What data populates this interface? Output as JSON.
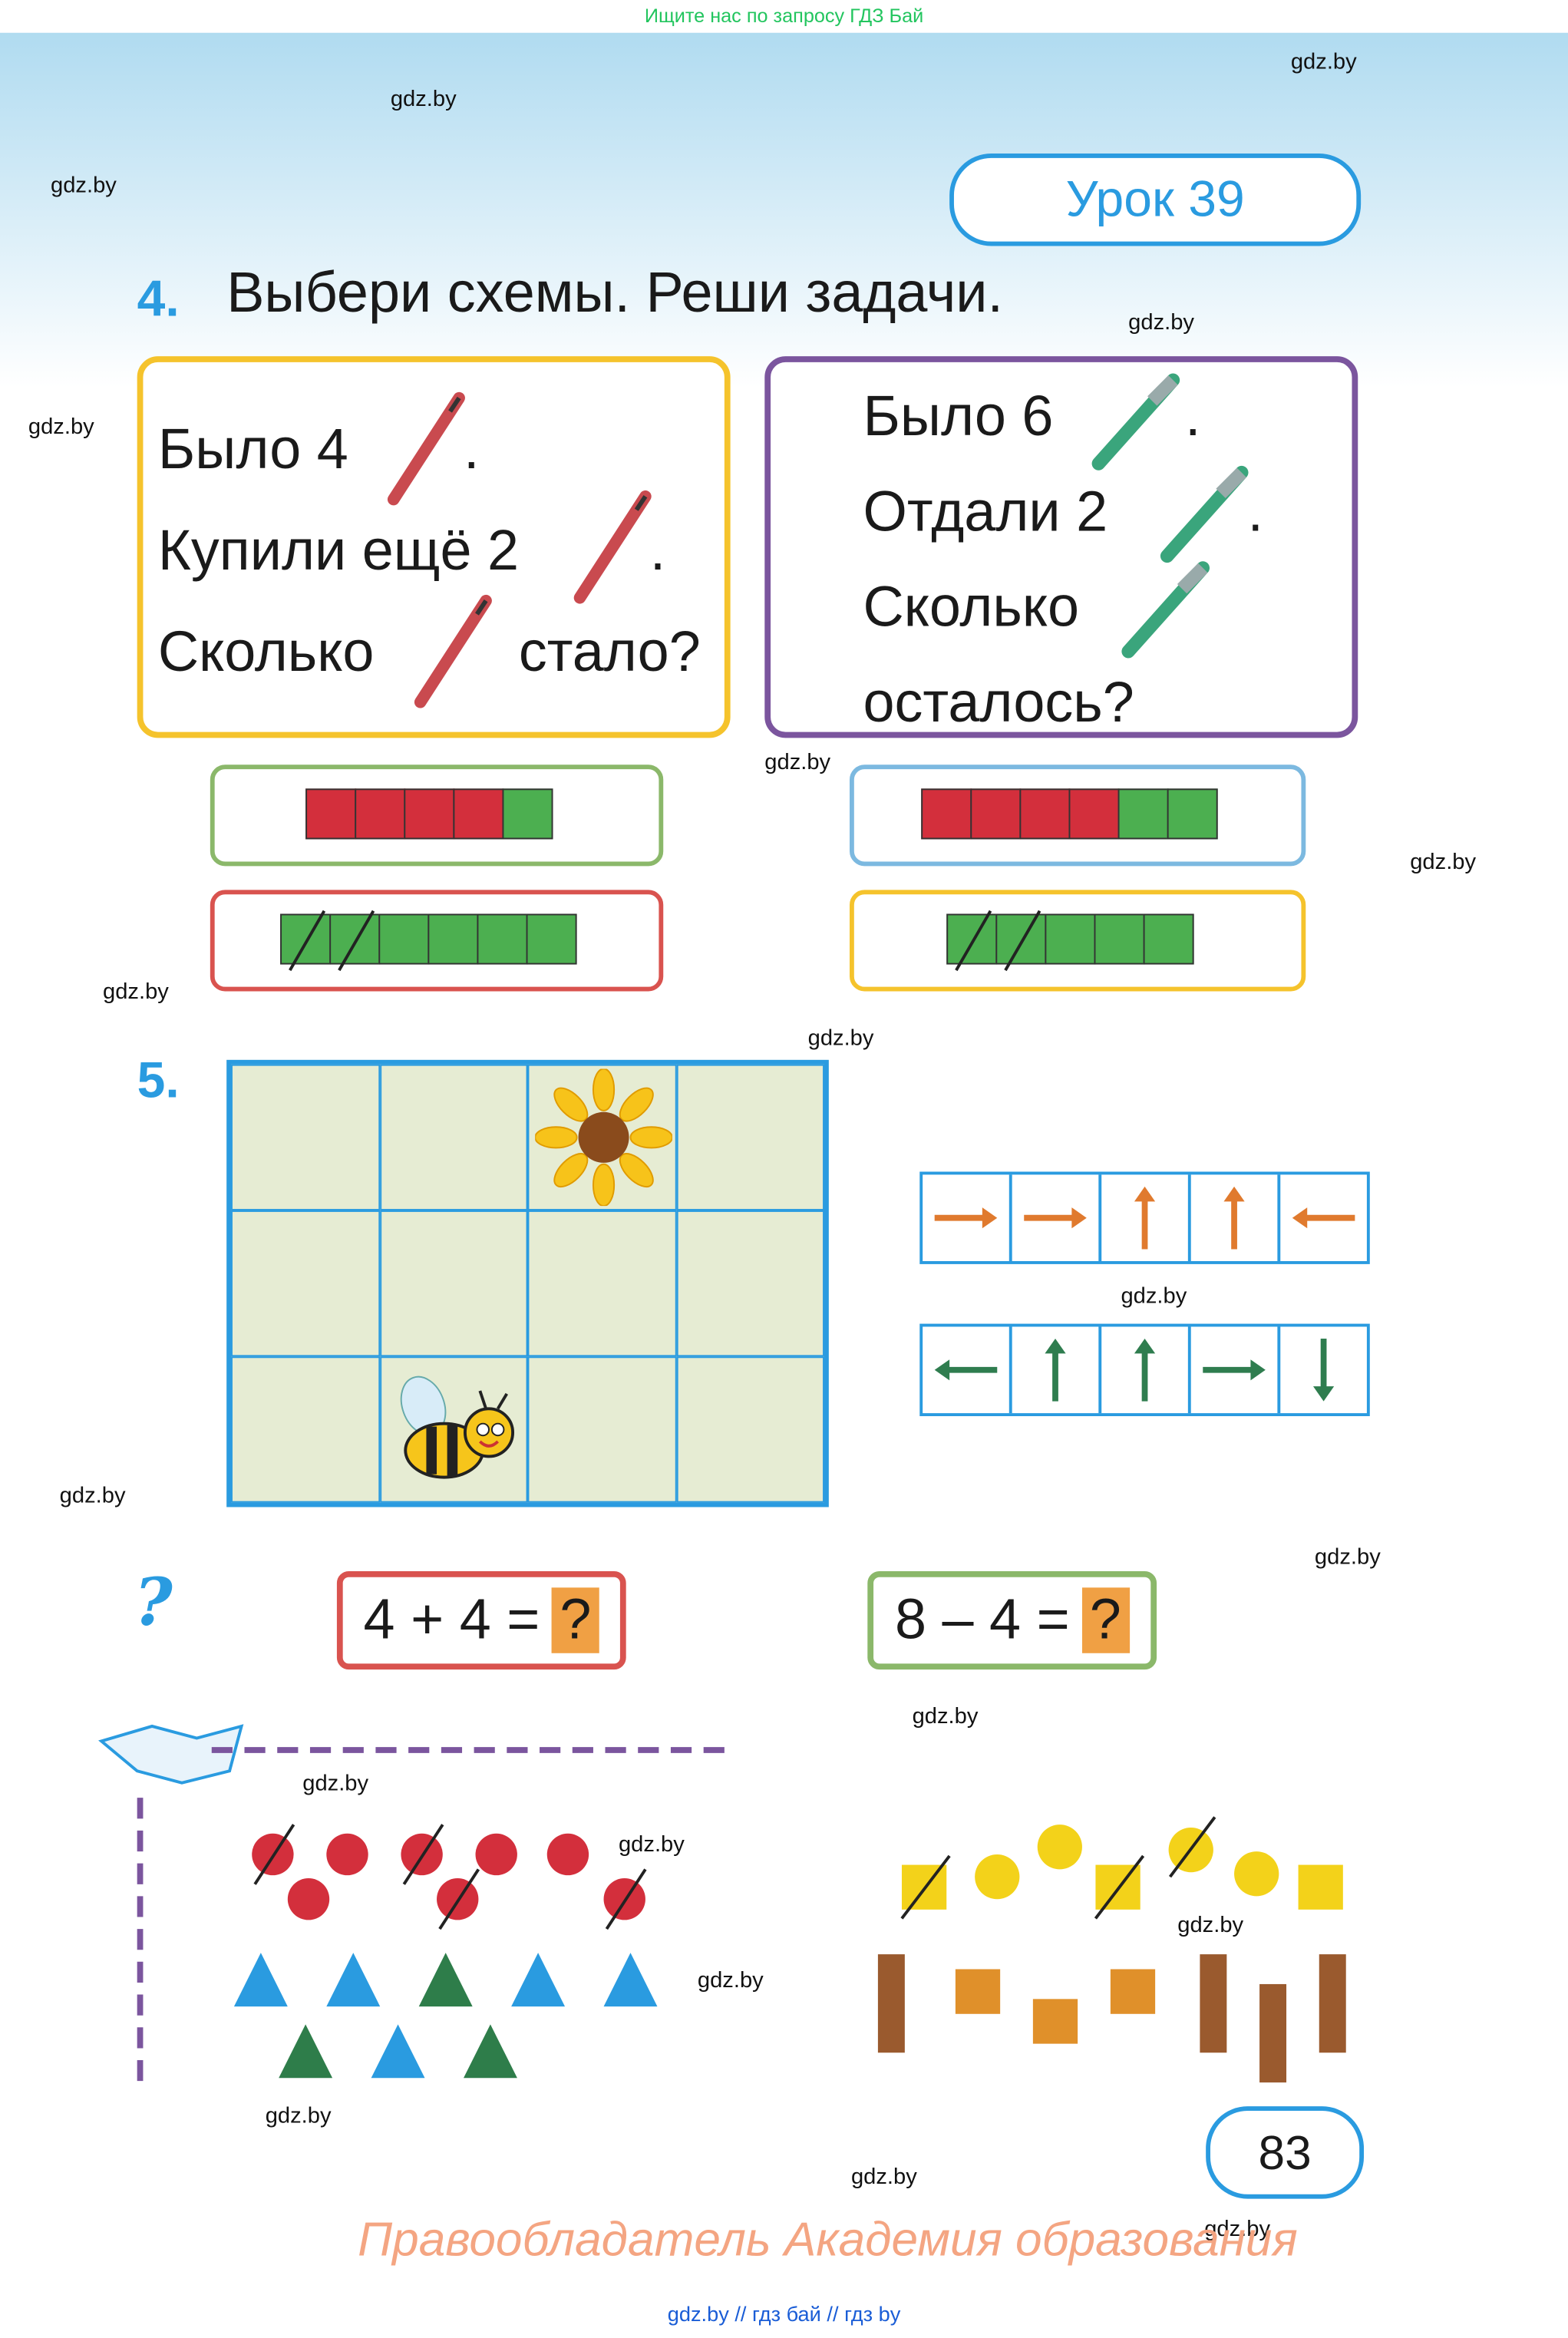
{
  "top_banner": "Ищите нас по запросу ГДЗ Бай",
  "watermark": "gdz.by",
  "lesson_label": "Урок 39",
  "task4": {
    "number": "4.",
    "title": "Выбери схемы. Реши задачи.",
    "problem_left": {
      "line1": "Было 4",
      "line2": "Купили ещё 2",
      "line3a": "Сколько",
      "line3b": "стало?",
      "dot": "."
    },
    "problem_right": {
      "line1": "Было 6",
      "line2": "Отдали 2",
      "line3": "Сколько",
      "line4": "осталось?",
      "dot": "."
    }
  },
  "task5": {
    "number": "5."
  },
  "equations": {
    "left": "4 + 4 =",
    "right": "8 – 4 =",
    "unknown": "?"
  },
  "page_number": "83",
  "rights_holder": "Правообладатель Академия образования",
  "footer": "gdz.by  //  гдз бай  //  гдз by",
  "colors": {
    "accent": "#2a9be0",
    "red": "#d32f3c",
    "green": "#4caf50",
    "orange": "#f0a044"
  },
  "icons": [
    "pencil-icon",
    "pen-icon",
    "sunflower-icon",
    "bee-icon",
    "question-mark-icon",
    "book-icon"
  ]
}
